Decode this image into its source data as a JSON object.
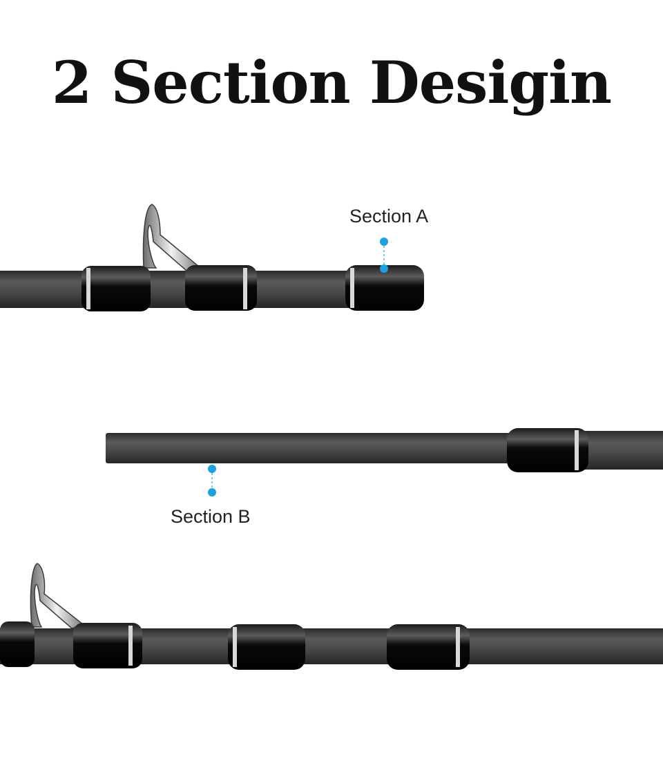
{
  "title": "2 Section Desigin",
  "callouts": [
    {
      "label": "Section A",
      "dot_color": "#1aa3e0"
    },
    {
      "label": "Section B",
      "dot_color": "#1aa3e0"
    }
  ],
  "colors": {
    "blank": "#4a4a4a",
    "grip": "#0c0c0c",
    "accent": "#1aa3e0",
    "trim": "#d8d8d8"
  }
}
